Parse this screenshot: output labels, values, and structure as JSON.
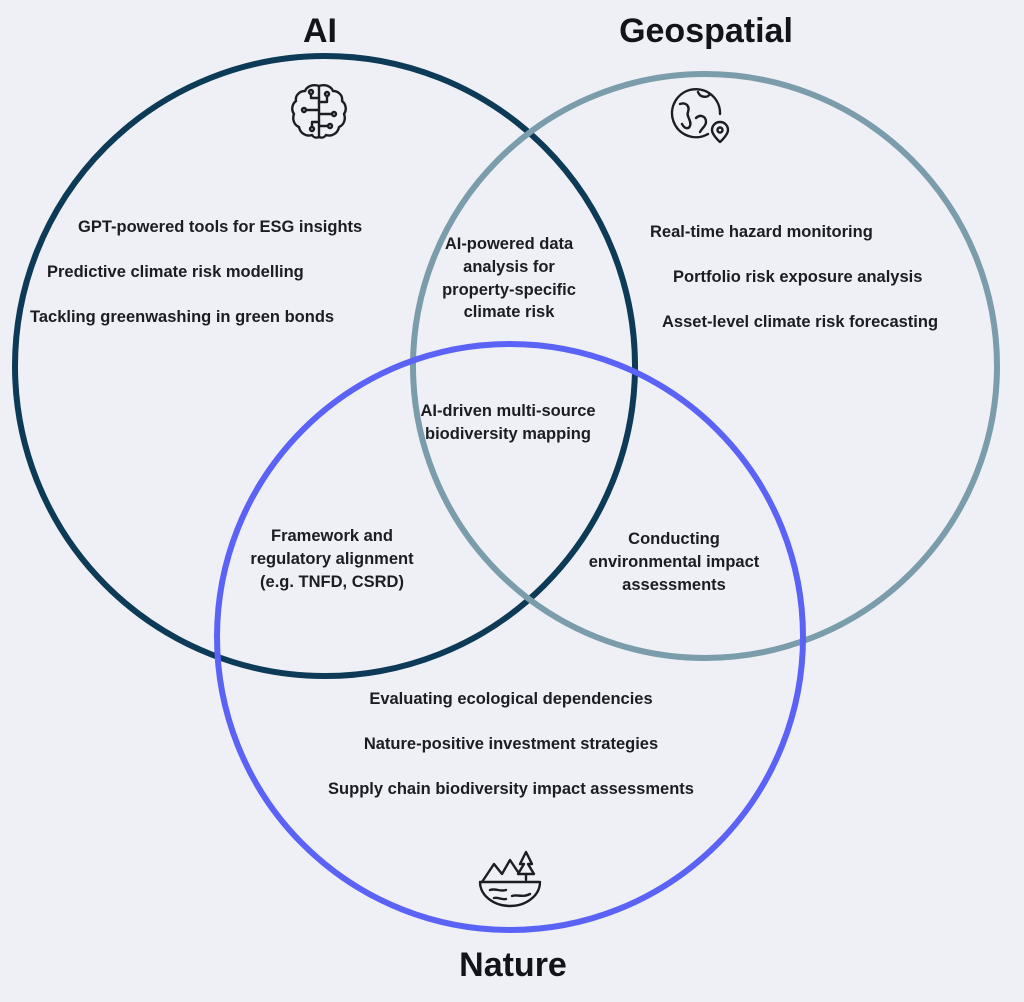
{
  "sets": {
    "ai": {
      "title": "AI",
      "icon": "brain-circuit-icon",
      "color": "#0c3a57"
    },
    "geo": {
      "title": "Geospatial",
      "icon": "globe-location-icon",
      "color": "#7a9cab"
    },
    "nature": {
      "title": "Nature",
      "icon": "landscape-tree-icon",
      "color": "#5b63f7"
    }
  },
  "regions": {
    "ai_only": [
      "GPT-powered tools for ESG insights",
      "Predictive climate risk modelling",
      "Tackling greenwashing in green bonds"
    ],
    "geo_only": [
      "Real-time hazard monitoring",
      "Portfolio risk exposure analysis",
      "Asset-level climate risk forecasting"
    ],
    "nature_only": [
      "Evaluating ecological dependencies",
      "Nature-positive investment strategies",
      "Supply chain biodiversity impact assessments"
    ],
    "ai_geo": [
      "AI-powered data",
      "analysis for",
      "property-specific",
      "climate risk"
    ],
    "all_three": [
      "AI-driven multi-source",
      "biodiversity mapping"
    ],
    "ai_nature": [
      "Framework and",
      "regulatory alignment",
      "(e.g. TNFD, CSRD)"
    ],
    "geo_nature": [
      "Conducting",
      "environmental impact",
      "assessments"
    ]
  }
}
